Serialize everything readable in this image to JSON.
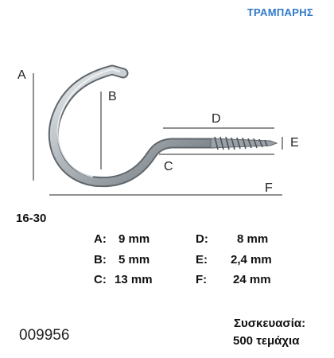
{
  "brand": "ΤΡΑΜΠΑΡΗΣ",
  "diagram": {
    "labels": {
      "A": "A",
      "B": "B",
      "C": "C",
      "D": "D",
      "E": "E",
      "F": "F"
    }
  },
  "model": "16-30",
  "specs": {
    "A": {
      "key": "A:",
      "value": "9 mm"
    },
    "B": {
      "key": "B:",
      "value": "5 mm"
    },
    "C": {
      "key": "C:",
      "value": "13 mm"
    },
    "D": {
      "key": "D:",
      "value": "8 mm"
    },
    "E": {
      "key": "E:",
      "value": "2,4 mm"
    },
    "F": {
      "key": "F:",
      "value": "24 mm"
    }
  },
  "product_code": "009956",
  "packaging": {
    "label": "Συσκευασία:",
    "value": "500 τεμάχια"
  },
  "colors": {
    "brand": "#2f78c9",
    "metal": "#b7bcc1",
    "metal_dark": "#6b7278"
  }
}
